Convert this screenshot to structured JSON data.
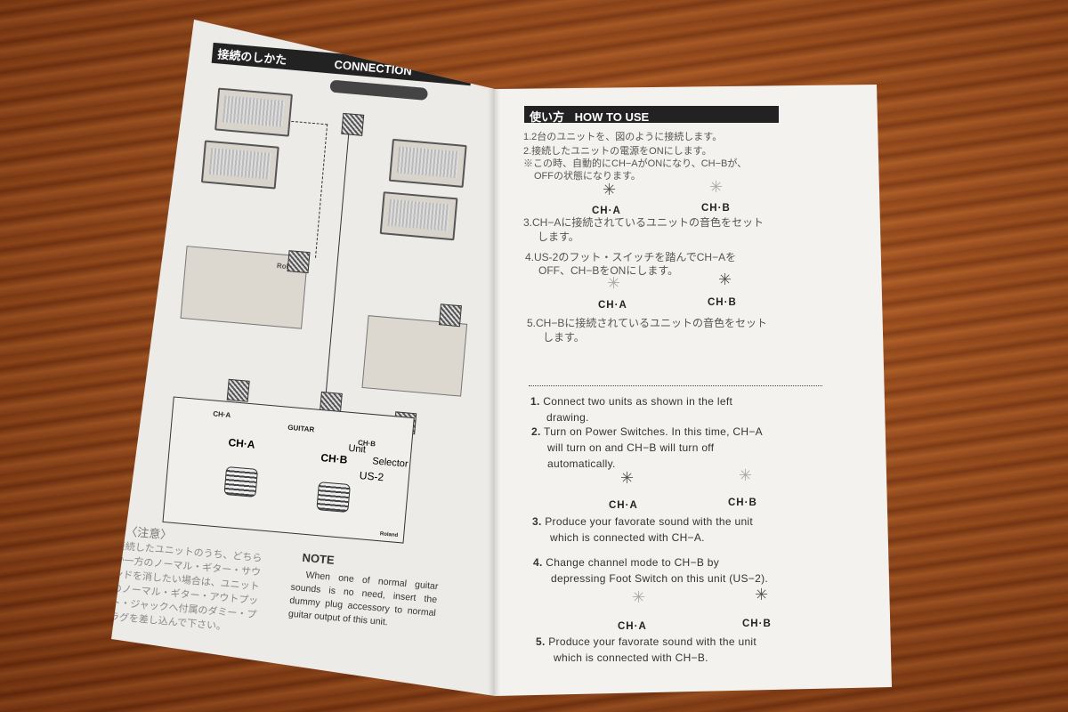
{
  "left": {
    "header_jp": "接続のしかた",
    "header_en": "CONNECTION",
    "unit_selector": {
      "ch_a_small": "CH·A",
      "guitar": "GUITAR",
      "ch_b_small": "CH·B",
      "ch_a": "CH·A",
      "ch_b": "CH·B",
      "title1": "Unit",
      "title2": "Selector",
      "model": "US-2",
      "brand": "Roland"
    },
    "unit_brand": "Roland",
    "note_jp_title": "〈注意〉",
    "note_jp": "接続したユニットのうち、どちらか一方のノーマル・ギター・サウンドを消したい場合は、ユニットのノーマル・ギター・アウトプット・ジャックへ付属のダミー・プラグを差し込んで下さい。",
    "note_title": "NOTE",
    "note_en": "When one of normal guitar sounds is no need, insert the dummy plug accessory to normal guitar output of this unit."
  },
  "right": {
    "header_jp": "使い方",
    "header_en": "HOW TO USE",
    "jp_steps": [
      "1.2台のユニットを、図のように接続します。",
      "2.接続したユニットの電源をONにします。",
      "※この時、自動的にCH−AがONになり、CH−Bが、",
      "OFFの状態になります。",
      "3.CH−Aに接続されているユニットの音色をセット",
      "します。",
      "4.US-2のフット・スイッチを踏んでCH−Aを",
      "OFF、CH−BをONにします。",
      "5.CH−Bに接続されているユニットの音色をセット",
      "します。"
    ],
    "ch_a": "CH·A",
    "ch_b": "CH·B",
    "en_steps": [
      {
        "num": "1.",
        "lines": [
          "Connect two units as shown in the left",
          "drawing."
        ]
      },
      {
        "num": "2.",
        "lines": [
          "Turn on Power Switches. In this time, CH−A",
          "will turn on and CH−B will turn off",
          "automatically."
        ]
      },
      {
        "num": "3.",
        "lines": [
          "Produce your favorate sound with the unit",
          "which is connected with CH−A."
        ]
      },
      {
        "num": "4.",
        "lines": [
          "Change channel mode to CH−B by",
          "depressing  Foot Switch on this unit (US−2)."
        ]
      },
      {
        "num": "5.",
        "lines": [
          "Produce your favorate sound with the unit",
          "which is connected with CH−B."
        ]
      }
    ]
  }
}
